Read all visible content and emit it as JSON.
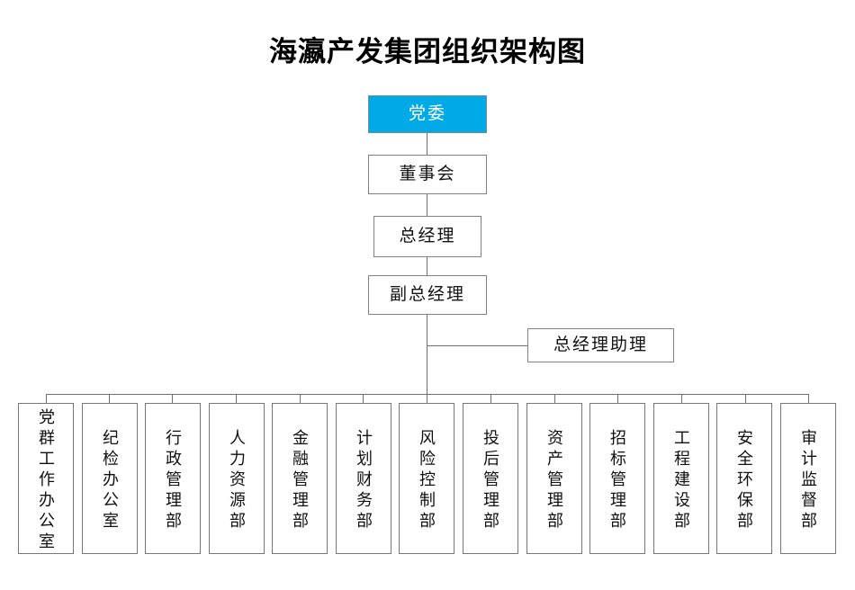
{
  "title": "海瀛产发集团组织架构图",
  "colors": {
    "accent": "#00AAE7",
    "box_border": "#808080",
    "line": "#6F6F6F",
    "background": "#FFFFFF",
    "text": "#121212",
    "accent_text": "#FFFFFF"
  },
  "chart_data": {
    "type": "diagram",
    "diagram_type": "org-chart",
    "title": "海瀛产发集团组织架构图",
    "orientation": "top-down",
    "nodes": [
      {
        "id": "party",
        "label": "党委",
        "level": 0,
        "highlight": true
      },
      {
        "id": "board",
        "label": "董事会",
        "level": 1,
        "highlight": false
      },
      {
        "id": "gm",
        "label": "总经理",
        "level": 2,
        "highlight": false
      },
      {
        "id": "deputy_gm",
        "label": "副总经理",
        "level": 3,
        "highlight": false
      },
      {
        "id": "gm_asst",
        "label": "总经理助理",
        "level": 4,
        "highlight": false
      },
      {
        "id": "d1",
        "label": "党群工作办公室",
        "level": 5,
        "highlight": false
      },
      {
        "id": "d2",
        "label": "纪检办公室",
        "level": 5,
        "highlight": false
      },
      {
        "id": "d3",
        "label": "行政管理部",
        "level": 5,
        "highlight": false
      },
      {
        "id": "d4",
        "label": "人力资源部",
        "level": 5,
        "highlight": false
      },
      {
        "id": "d5",
        "label": "金融管理部",
        "level": 5,
        "highlight": false
      },
      {
        "id": "d6",
        "label": "计划财务部",
        "level": 5,
        "highlight": false
      },
      {
        "id": "d7",
        "label": "风险控制部",
        "level": 5,
        "highlight": false
      },
      {
        "id": "d8",
        "label": "投后管理部",
        "level": 5,
        "highlight": false
      },
      {
        "id": "d9",
        "label": "资产管理部",
        "level": 5,
        "highlight": false
      },
      {
        "id": "d10",
        "label": "招标管理部",
        "level": 5,
        "highlight": false
      },
      {
        "id": "d11",
        "label": "工程建设部",
        "level": 5,
        "highlight": false
      },
      {
        "id": "d12",
        "label": "安全环保部",
        "level": 5,
        "highlight": false
      },
      {
        "id": "d13",
        "label": "审计监督部",
        "level": 5,
        "highlight": false
      }
    ],
    "edges": [
      {
        "from": "party",
        "to": "board"
      },
      {
        "from": "board",
        "to": "gm"
      },
      {
        "from": "gm",
        "to": "deputy_gm"
      },
      {
        "from": "deputy_gm",
        "to": "gm_asst"
      },
      {
        "from": "deputy_gm",
        "to": "d1"
      },
      {
        "from": "deputy_gm",
        "to": "d2"
      },
      {
        "from": "deputy_gm",
        "to": "d3"
      },
      {
        "from": "deputy_gm",
        "to": "d4"
      },
      {
        "from": "deputy_gm",
        "to": "d5"
      },
      {
        "from": "deputy_gm",
        "to": "d6"
      },
      {
        "from": "deputy_gm",
        "to": "d7"
      },
      {
        "from": "deputy_gm",
        "to": "d8"
      },
      {
        "from": "deputy_gm",
        "to": "d9"
      },
      {
        "from": "deputy_gm",
        "to": "d10"
      },
      {
        "from": "deputy_gm",
        "to": "d11"
      },
      {
        "from": "deputy_gm",
        "to": "d12"
      },
      {
        "from": "deputy_gm",
        "to": "d13"
      }
    ]
  },
  "hierarchy": {
    "party_committee": "党委",
    "board_of_directors": "董事会",
    "general_manager": "总经理",
    "deputy_general_manager": "副总经理",
    "gm_assistant": "总经理助理"
  },
  "departments": [
    "党群工作办公室",
    "纪检办公室",
    "行政管理部",
    "人力资源部",
    "金融管理部",
    "计划财务部",
    "风险控制部",
    "投后管理部",
    "资产管理部",
    "招标管理部",
    "工程建设部",
    "安全环保部",
    "审计监督部"
  ]
}
